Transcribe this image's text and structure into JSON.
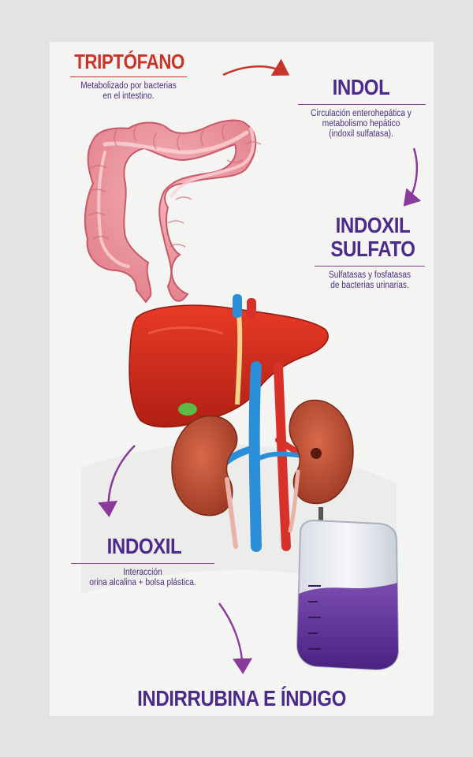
{
  "steps": {
    "triptofano": {
      "title": "TRIPTÓFANO",
      "lines": [
        "Metabolizado por bacterias",
        "en el intestino."
      ]
    },
    "indol": {
      "title": "INDOL",
      "lines": [
        "Circulación enterohepática y",
        "metabolismo hepático",
        "(indoxil sulfatasa)."
      ]
    },
    "indoxil_sulfato": {
      "title_lines": [
        "INDOXIL",
        "SULFATO"
      ],
      "lines": [
        "Sulfatasas y fosfatasas",
        "de bacterias urinarias."
      ]
    },
    "indoxil": {
      "title": "INDOXIL",
      "lines": [
        "Interacción",
        "orina alcalina + bolsa plástica."
      ]
    },
    "final": {
      "title": "INDIRRUBINA E ÍNDIGO"
    }
  },
  "colors": {
    "accent_red": "#c8342a",
    "accent_purple": "#4b2a8a",
    "arrow_purple": "#8a3a9a",
    "urine_purple": "#5a2e8c"
  },
  "illustrations": [
    "colon-illustration",
    "liver-illustration",
    "kidneys-illustration",
    "urine-bag-illustration"
  ]
}
